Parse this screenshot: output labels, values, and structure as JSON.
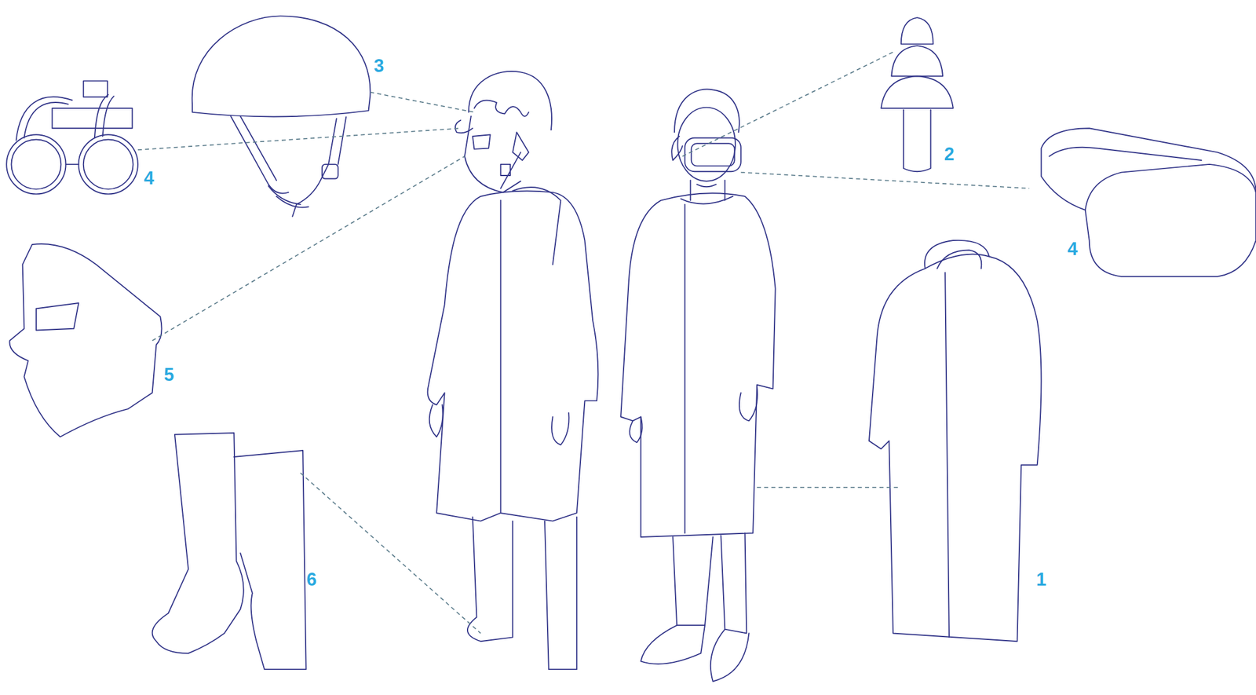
{
  "diagram": {
    "labels": [
      "3",
      "4",
      "2",
      "4",
      "5",
      "6",
      "1"
    ]
  }
}
